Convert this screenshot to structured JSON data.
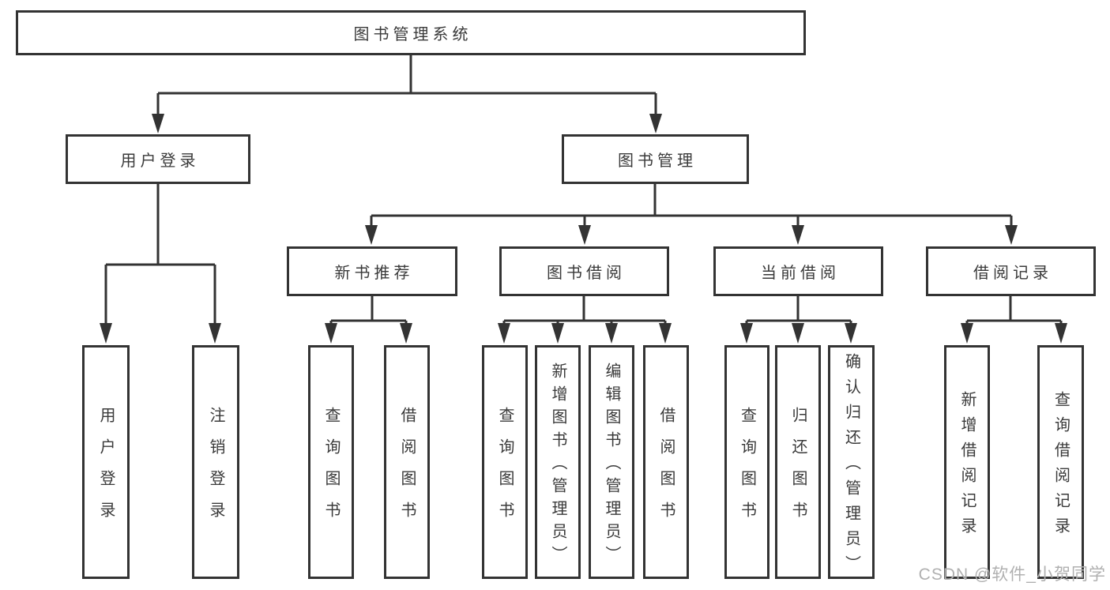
{
  "tree": {
    "root": {
      "label": "图书管理系统"
    },
    "branches": [
      {
        "label": "用户登录",
        "children": [
          {
            "label": "用户登录"
          },
          {
            "label": "注销登录"
          }
        ]
      },
      {
        "label": "图书管理",
        "children": [
          {
            "label": "新书推荐",
            "children": [
              {
                "label": "查询图书"
              },
              {
                "label": "借阅图书"
              }
            ]
          },
          {
            "label": "图书借阅",
            "children": [
              {
                "label": "查询图书"
              },
              {
                "label": "新增图书（管理员）"
              },
              {
                "label": "编辑图书（管理员）"
              },
              {
                "label": "借阅图书"
              }
            ]
          },
          {
            "label": "当前借阅",
            "children": [
              {
                "label": "查询图书"
              },
              {
                "label": "归还图书"
              },
              {
                "label": "确认归还（管理员）"
              }
            ]
          },
          {
            "label": "借阅记录",
            "children": [
              {
                "label": "新增借阅记录"
              },
              {
                "label": "查询借阅记录"
              }
            ]
          }
        ]
      }
    ]
  },
  "watermark": {
    "text": "CSDN @软件_小贺同学"
  },
  "colors": {
    "line": "#333333",
    "border": "#333333",
    "fill": "#ffffff",
    "text": "#3a3a3a",
    "watermark": "#b0b0b0",
    "background": "#ffffff"
  }
}
